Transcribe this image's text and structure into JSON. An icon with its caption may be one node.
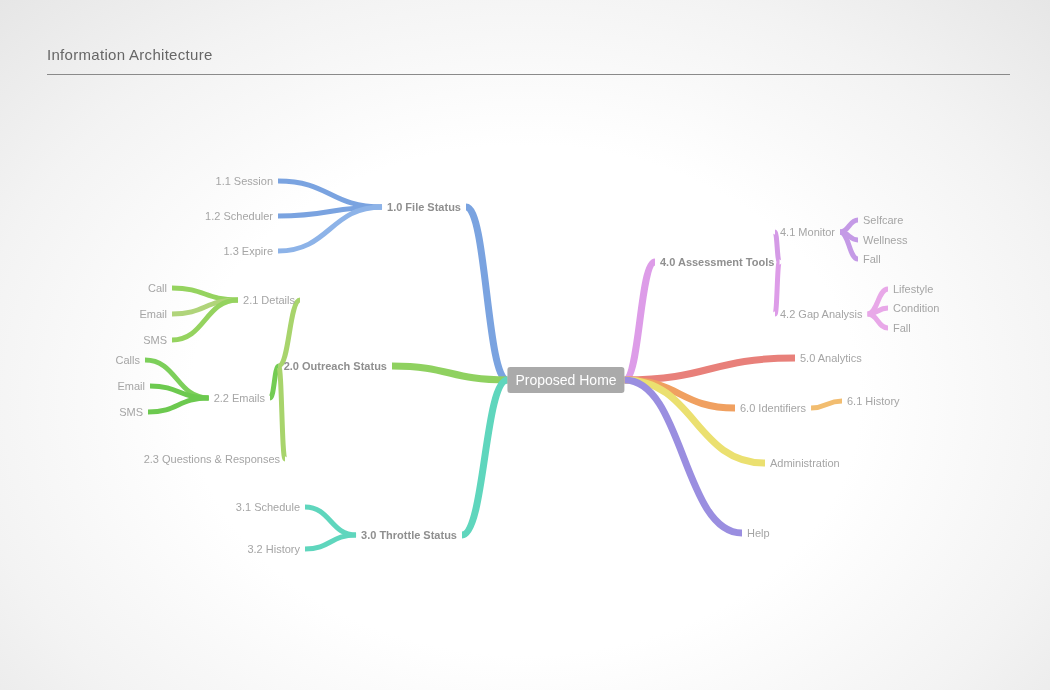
{
  "diagram": {
    "title": "Information Architecture",
    "nodes": [
      {
        "text": [
          "Proposed Home"
        ]
      },
      {
        "text": [
          "1.0 File Status"
        ]
      },
      {
        "text": [
          "1.1 Session"
        ]
      },
      {
        "text": [
          "1.2 Scheduler"
        ]
      },
      {
        "text": [
          "1.3 Expire"
        ]
      },
      {
        "text": [
          "2.0 Outreach Status"
        ]
      },
      {
        "text": [
          "2.1 Details"
        ]
      },
      {
        "text": [
          "Call"
        ]
      },
      {
        "text": [
          "Email"
        ]
      },
      {
        "text": [
          "SMS"
        ]
      },
      {
        "text": [
          "2.2 Emails"
        ]
      },
      {
        "text": [
          "Calls"
        ]
      },
      {
        "text": [
          "Email"
        ]
      },
      {
        "text": [
          "SMS"
        ]
      },
      {
        "text": [
          "2.3 Questions & Responses"
        ]
      },
      {
        "text": [
          "3.0 Throttle Status"
        ]
      },
      {
        "text": [
          "3.1 Schedule"
        ]
      },
      {
        "text": [
          "3.2 History"
        ]
      },
      {
        "text": [
          "4.0 Assessment Tools"
        ]
      },
      {
        "text": [
          "4.1 Monitor"
        ]
      },
      {
        "text": [
          "Selfcare"
        ]
      },
      {
        "text": [
          "Wellness"
        ]
      },
      {
        "text": [
          "Fall"
        ]
      },
      {
        "text": [
          "4.2 Gap Analysis"
        ]
      },
      {
        "text": [
          "Lifestyle"
        ]
      },
      {
        "text": [
          "Condition"
        ]
      },
      {
        "text": [
          "Fall"
        ]
      },
      {
        "text": [
          "5.0 Analytics"
        ]
      },
      {
        "text": [
          "6.0 Identifiers"
        ]
      },
      {
        "text": [
          "6.1 History"
        ]
      },
      {
        "text": [
          "Administration"
        ]
      },
      {
        "text": [
          "Help"
        ]
      }
    ],
    "edges": [
      {
        "from": 0,
        "to": 1,
        "arrow": "none",
        "color": "#7aa3e0"
      },
      {
        "from": 1,
        "to": 2,
        "arrow": "none",
        "color": "#7aa3e0"
      },
      {
        "from": 1,
        "to": 3,
        "arrow": "none",
        "color": "#7aa3e0"
      },
      {
        "from": 1,
        "to": 4,
        "arrow": "none",
        "color": "#8db3e8"
      },
      {
        "from": 0,
        "to": 5,
        "arrow": "none",
        "color": "#8fd160"
      },
      {
        "from": 5,
        "to": 6,
        "arrow": "none",
        "color": "#a8d46c"
      },
      {
        "from": 6,
        "to": 7,
        "arrow": "none",
        "color": "#95d35f"
      },
      {
        "from": 6,
        "to": 8,
        "arrow": "none",
        "color": "#b0d47a"
      },
      {
        "from": 6,
        "to": 9,
        "arrow": "none",
        "color": "#95d35f"
      },
      {
        "from": 5,
        "to": 10,
        "arrow": "none",
        "color": "#74cc52"
      },
      {
        "from": 10,
        "to": 11,
        "arrow": "none",
        "color": "#7ccf5a"
      },
      {
        "from": 10,
        "to": 12,
        "arrow": "none",
        "color": "#6cc94f"
      },
      {
        "from": 10,
        "to": 13,
        "arrow": "none",
        "color": "#6cc94f"
      },
      {
        "from": 5,
        "to": 14,
        "arrow": "none",
        "color": "#a8d46c"
      },
      {
        "from": 0,
        "to": 15,
        "arrow": "none",
        "color": "#5fd6bd"
      },
      {
        "from": 15,
        "to": 16,
        "arrow": "none",
        "color": "#5fd6bd"
      },
      {
        "from": 15,
        "to": 17,
        "arrow": "none",
        "color": "#5fd6bd"
      },
      {
        "from": 0,
        "to": 18,
        "arrow": "none",
        "color": "#dd9ce8"
      },
      {
        "from": 18,
        "to": 19,
        "arrow": "none",
        "color": "#d49ae6"
      },
      {
        "from": 19,
        "to": 20,
        "arrow": "none",
        "color": "#c49ae6"
      },
      {
        "from": 19,
        "to": 21,
        "arrow": "none",
        "color": "#c49ae6"
      },
      {
        "from": 19,
        "to": 22,
        "arrow": "none",
        "color": "#c49ae6"
      },
      {
        "from": 18,
        "to": 23,
        "arrow": "none",
        "color": "#dd9ce8"
      },
      {
        "from": 23,
        "to": 24,
        "arrow": "none",
        "color": "#e8a8e8"
      },
      {
        "from": 23,
        "to": 25,
        "arrow": "none",
        "color": "#e8a8e8"
      },
      {
        "from": 23,
        "to": 26,
        "arrow": "none",
        "color": "#e8a8e8"
      },
      {
        "from": 0,
        "to": 27,
        "arrow": "none",
        "color": "#e8807a"
      },
      {
        "from": 0,
        "to": 28,
        "arrow": "none",
        "color": "#f0a060"
      },
      {
        "from": 28,
        "to": 29,
        "arrow": "none",
        "color": "#f2bd70"
      },
      {
        "from": 0,
        "to": 30,
        "arrow": "none",
        "color": "#ebe070"
      },
      {
        "from": 0,
        "to": 31,
        "arrow": "none",
        "color": "#9a8ee0"
      }
    ]
  }
}
